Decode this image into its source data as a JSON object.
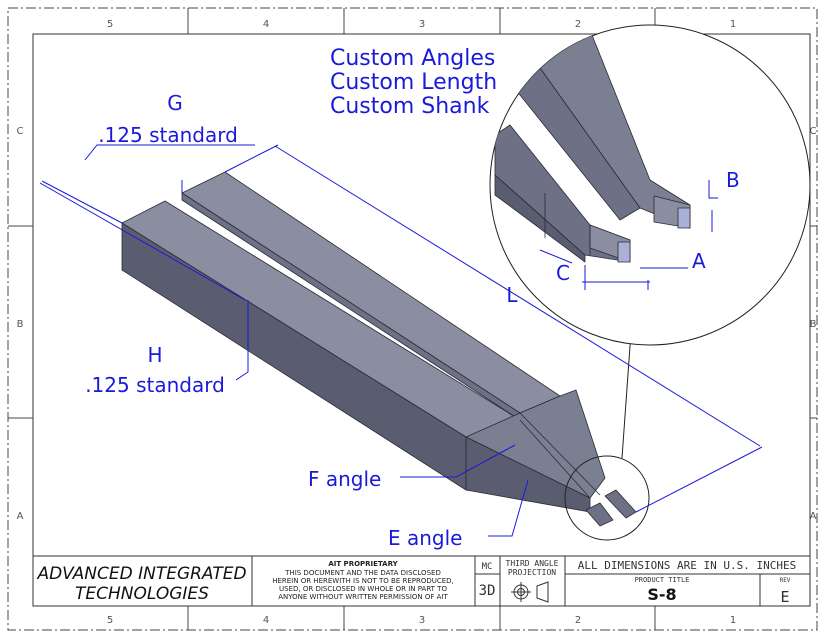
{
  "zones": {
    "columns": [
      "5",
      "4",
      "3",
      "2",
      "1"
    ],
    "rows": [
      "C",
      "B",
      "A"
    ]
  },
  "annotations": {
    "g_label": "G",
    "g_sub": ".125 standard",
    "h_label": "H",
    "h_sub": ".125 standard",
    "l_label": "L",
    "f_angle": "F angle",
    "e_angle": "E angle",
    "detail_custom": [
      "Custom Angles",
      "Custom Length",
      "Custom Shank"
    ],
    "detail_a": "A",
    "detail_b": "B",
    "detail_c": "C"
  },
  "title_block": {
    "company_line1": "ADVANCED INTEGRATED",
    "company_line2": "TECHNOLOGIES",
    "proprietary_title": "AIT PROPRIETARY",
    "proprietary_lines": [
      "THIS DOCUMENT AND THE DATA DISCLOSED",
      "HEREIN OR HEREWITH IS NOT TO BE REPRODUCED,",
      "USED, OR DISCLOSED IN WHOLE OR IN PART TO",
      "ANYONE WITHOUT WRITTEN PERMISSION OF AIT"
    ],
    "mc_label": "MC",
    "mc_value": "3D",
    "projection_line1": "THIRD ANGLE",
    "projection_line2": "PROJECTION",
    "units_note": "ALL DIMENSIONS ARE IN U.S. INCHES",
    "product_title_label": "PRODUCT TITLE",
    "product_title": "S-8",
    "rev_label": "REV",
    "rev_value": "E"
  },
  "colors": {
    "annotation": "#1a1adb",
    "part_top": "#8a8ea0",
    "part_side": "#6e7186",
    "part_front": "#5a5d70",
    "border": "#333333"
  }
}
